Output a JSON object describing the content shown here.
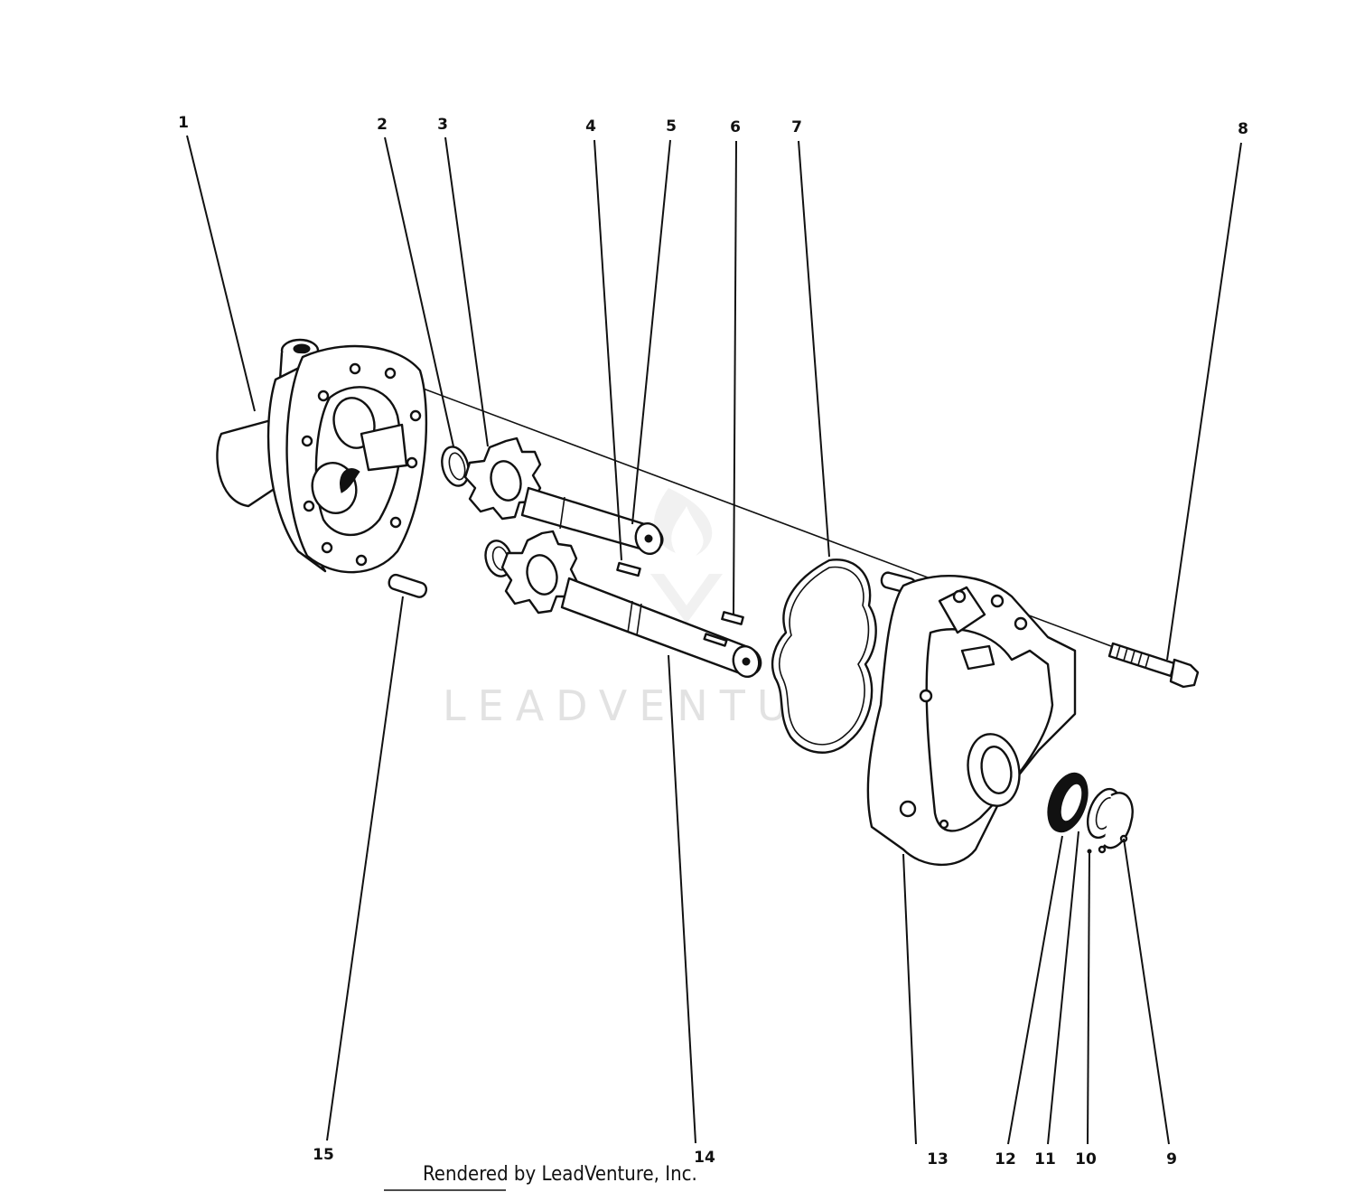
{
  "watermark": {
    "text": "LEADVENTURE"
  },
  "credit": {
    "text": "Rendered by LeadVenture, Inc."
  },
  "callouts": [
    {
      "id": "1",
      "label": "1"
    },
    {
      "id": "2",
      "label": "2"
    },
    {
      "id": "3",
      "label": "3"
    },
    {
      "id": "4",
      "label": "4"
    },
    {
      "id": "5",
      "label": "5"
    },
    {
      "id": "6",
      "label": "6"
    },
    {
      "id": "7",
      "label": "7"
    },
    {
      "id": "8",
      "label": "8"
    },
    {
      "id": "9",
      "label": "9"
    },
    {
      "id": "10",
      "label": "10"
    },
    {
      "id": "11",
      "label": "11"
    },
    {
      "id": "12",
      "label": "12"
    },
    {
      "id": "13",
      "label": "13"
    },
    {
      "id": "14",
      "label": "14"
    },
    {
      "id": "15",
      "label": "15"
    }
  ]
}
